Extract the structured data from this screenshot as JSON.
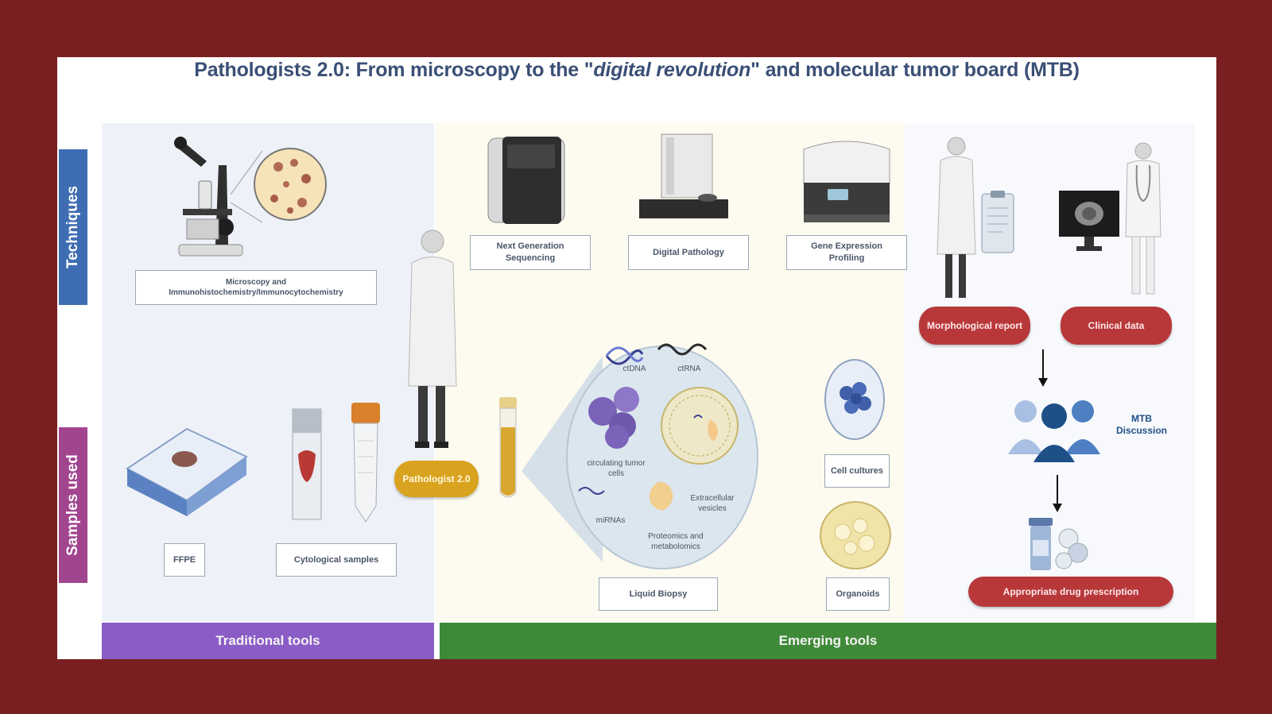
{
  "title": {
    "part1": "Pathologists 2.0: From microscopy to the \"",
    "italic": "digital revolution",
    "part2": "\" and molecular tumor board (MTB)"
  },
  "side_tabs": {
    "techniques": "Techniques",
    "samples": "Samples used"
  },
  "traditional": {
    "microscopy_label": "Microscopy and\nImmunohistochemistry/Immunocytochemistry",
    "ffpe_label": "FFPE",
    "cytological_label": "Cytological samples"
  },
  "center": {
    "pathologist_badge": "Pathologist 2.0"
  },
  "emerging": {
    "ngs_label": "Next Generation\nSequencing",
    "digital_pathology_label": "Digital Pathology",
    "gene_expression_label": "Gene Expression\nProfiling",
    "liquid_biopsy_label": "Liquid Biopsy",
    "cell_cultures_label": "Cell cultures",
    "organoids_label": "Organoids"
  },
  "liquid_biopsy": {
    "ctdna": "ctDNA",
    "ctrna": "ctRNA",
    "ctc": "circulating tumor\ncells",
    "ev": "Extracellular\nvesicles",
    "mirna": "miRNAs",
    "proteomics": "Proteomics and\nmetabolomics"
  },
  "mtb": {
    "morphological_report": "Morphological report",
    "clinical_data": "Clinical data",
    "discussion": "MTB\nDiscussion",
    "drug_prescription": "Appropriate drug prescription"
  },
  "bottom": {
    "traditional_tools": "Traditional tools",
    "emerging_tools": "Emerging tools"
  },
  "colors": {
    "background": "#7a1f21",
    "techniques_tab": "#3f6db3",
    "samples_tab": "#a2458f",
    "traditional_bar": "#8a5cc6",
    "emerging_bar": "#3f8a38",
    "pill": "#b8383a",
    "badge": "#d9a31f",
    "title": "#3a4f75"
  }
}
